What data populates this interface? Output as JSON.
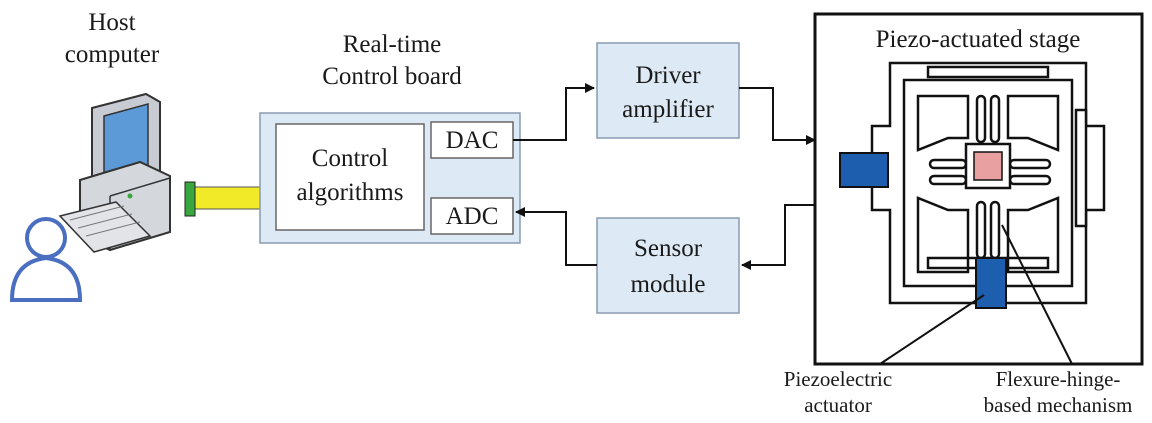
{
  "host": {
    "line1": "Host",
    "line2": "computer"
  },
  "board": {
    "title_line1": "Real-time",
    "title_line2": "Control board",
    "control_line1": "Control",
    "control_line2": "algorithms",
    "dac": "DAC",
    "adc": "ADC"
  },
  "driver": {
    "line1": "Driver",
    "line2": "amplifier"
  },
  "sensor": {
    "line1": "Sensor",
    "line2": "module"
  },
  "stage": {
    "title": "Piezo-actuated stage"
  },
  "annotations": {
    "piezo_line1": "Piezoelectric",
    "piezo_line2": "actuator",
    "flexure_line1": "Flexure-hinge-",
    "flexure_line2": "based mechanism"
  },
  "colors": {
    "box_fill": "#dde9f5",
    "box_stroke": "#8a9bb0",
    "cable": "#f0ea28",
    "connector": "#3aa640",
    "actuator": "#1d5fae",
    "stage_center": "#e8a0a0",
    "user_outline": "#4a6fc0"
  }
}
